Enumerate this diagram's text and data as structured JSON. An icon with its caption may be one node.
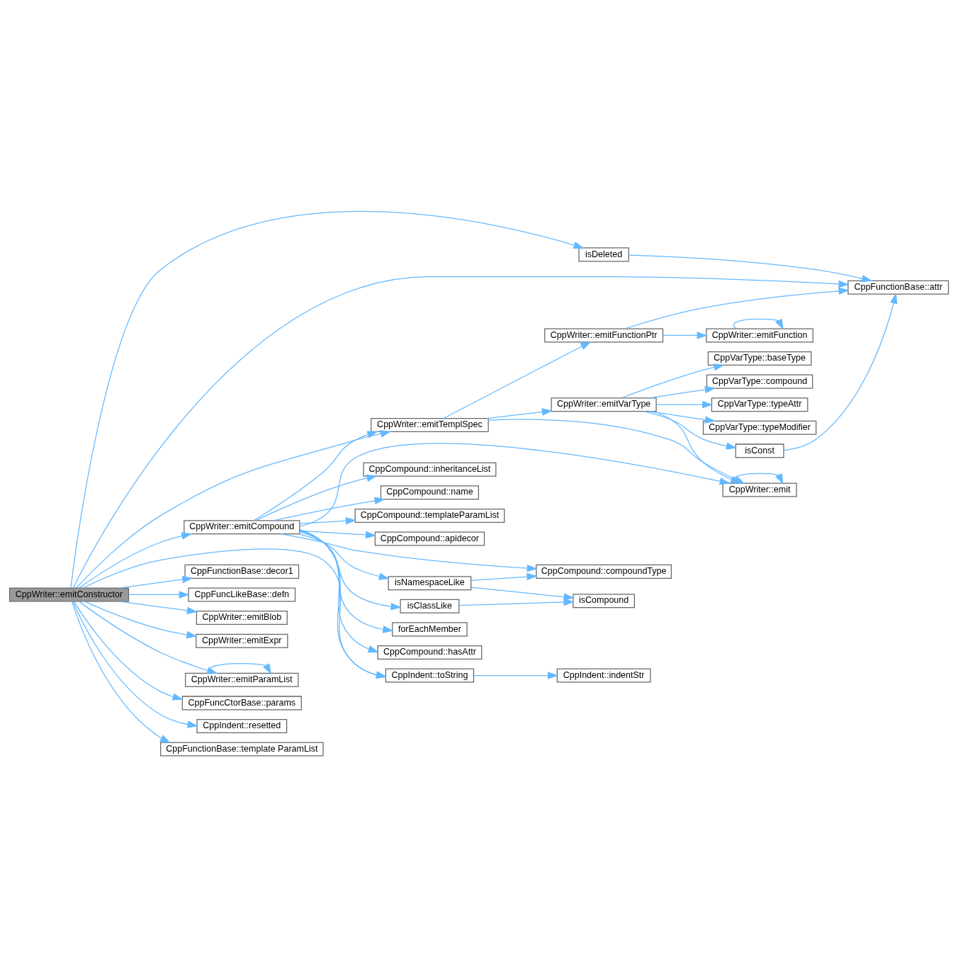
{
  "diagram": {
    "nodes": [
      {
        "text": [
          "CppWriter::emitConstructor"
        ]
      },
      {
        "text": [
          "isDeleted"
        ]
      },
      {
        "text": [
          "CppFunctionBase::attr"
        ]
      },
      {
        "text": [
          "CppWriter::emitTemplSpec"
        ]
      },
      {
        "text": [
          "CppWriter::emitFunctionPtr"
        ]
      },
      {
        "text": [
          "CppWriter::emitFunction"
        ]
      },
      {
        "text": [
          "CppWriter::emitVarType"
        ]
      },
      {
        "text": [
          "CppVarType::baseType"
        ]
      },
      {
        "text": [
          "CppVarType::compound"
        ]
      },
      {
        "text": [
          "CppVarType::typeAttr"
        ]
      },
      {
        "text": [
          "CppVarType::typeModifier"
        ]
      },
      {
        "text": [
          "isConst"
        ]
      },
      {
        "text": [
          "CppWriter::emit"
        ]
      },
      {
        "text": [
          "CppWriter::emitCompound"
        ]
      },
      {
        "text": [
          "CppCompound::inheritanceList"
        ]
      },
      {
        "text": [
          "CppCompound::name"
        ]
      },
      {
        "text": [
          "CppCompound::templateParamList"
        ]
      },
      {
        "text": [
          "CppCompound::apidecor"
        ]
      },
      {
        "text": [
          "CppCompound::compoundType"
        ]
      },
      {
        "text": [
          "isNamespaceLike"
        ]
      },
      {
        "text": [
          "isCompound"
        ]
      },
      {
        "text": [
          "isClassLike"
        ]
      },
      {
        "text": [
          "forEachMember"
        ]
      },
      {
        "text": [
          "CppCompound::hasAttr"
        ]
      },
      {
        "text": [
          "CppIndent::toString"
        ]
      },
      {
        "text": [
          "CppIndent::indentStr"
        ]
      },
      {
        "text": [
          "CppFunctionBase::decor1"
        ]
      },
      {
        "text": [
          "CppFuncLikeBase::defn"
        ]
      },
      {
        "text": [
          "CppWriter::emitBlob"
        ]
      },
      {
        "text": [
          "CppWriter::emitExpr"
        ]
      },
      {
        "text": [
          "CppWriter::emitParamList"
        ]
      },
      {
        "text": [
          "CppFuncCtorBase::params"
        ]
      },
      {
        "text": [
          "CppIndent::resetted"
        ]
      },
      {
        "text": [
          "CppFunctionBase::template ParamList"
        ]
      }
    ],
    "edges": [
      {
        "from": 0,
        "to": 1,
        "arrow": "to"
      },
      {
        "from": 0,
        "to": 2,
        "arrow": "to"
      },
      {
        "from": 0,
        "to": 3,
        "arrow": "to"
      },
      {
        "from": 0,
        "to": 13,
        "arrow": "to"
      },
      {
        "from": 0,
        "to": 24,
        "arrow": "to"
      },
      {
        "from": 0,
        "to": 26,
        "arrow": "to"
      },
      {
        "from": 0,
        "to": 27,
        "arrow": "to"
      },
      {
        "from": 0,
        "to": 28,
        "arrow": "to"
      },
      {
        "from": 0,
        "to": 29,
        "arrow": "to"
      },
      {
        "from": 0,
        "to": 30,
        "arrow": "to"
      },
      {
        "from": 0,
        "to": 31,
        "arrow": "to"
      },
      {
        "from": 0,
        "to": 32,
        "arrow": "to"
      },
      {
        "from": 0,
        "to": 33,
        "arrow": "to"
      },
      {
        "from": 1,
        "to": 2,
        "arrow": "to"
      },
      {
        "from": 3,
        "to": 4,
        "arrow": "to"
      },
      {
        "from": 3,
        "to": 6,
        "arrow": "to"
      },
      {
        "from": 3,
        "to": 12,
        "arrow": "to"
      },
      {
        "from": 4,
        "to": 2,
        "arrow": "to"
      },
      {
        "from": 4,
        "to": 5,
        "arrow": "to"
      },
      {
        "from": 5,
        "to": 5,
        "arrow": "to"
      },
      {
        "from": 6,
        "to": 7,
        "arrow": "to"
      },
      {
        "from": 6,
        "to": 8,
        "arrow": "to"
      },
      {
        "from": 6,
        "to": 9,
        "arrow": "to"
      },
      {
        "from": 6,
        "to": 10,
        "arrow": "to"
      },
      {
        "from": 6,
        "to": 11,
        "arrow": "to"
      },
      {
        "from": 6,
        "to": 12,
        "arrow": "to"
      },
      {
        "from": 11,
        "to": 2,
        "arrow": "to"
      },
      {
        "from": 12,
        "to": 12,
        "arrow": "to"
      },
      {
        "from": 13,
        "to": 3,
        "arrow": "to"
      },
      {
        "from": 13,
        "to": 12,
        "arrow": "to"
      },
      {
        "from": 13,
        "to": 14,
        "arrow": "to"
      },
      {
        "from": 13,
        "to": 15,
        "arrow": "to"
      },
      {
        "from": 13,
        "to": 16,
        "arrow": "to"
      },
      {
        "from": 13,
        "to": 17,
        "arrow": "to"
      },
      {
        "from": 13,
        "to": 18,
        "arrow": "to"
      },
      {
        "from": 13,
        "to": 19,
        "arrow": "to"
      },
      {
        "from": 13,
        "to": 21,
        "arrow": "to"
      },
      {
        "from": 13,
        "to": 22,
        "arrow": "to"
      },
      {
        "from": 13,
        "to": 23,
        "arrow": "to"
      },
      {
        "from": 13,
        "to": 24,
        "arrow": "to"
      },
      {
        "from": 19,
        "to": 18,
        "arrow": "to"
      },
      {
        "from": 19,
        "to": 20,
        "arrow": "to"
      },
      {
        "from": 21,
        "to": 20,
        "arrow": "to"
      },
      {
        "from": 24,
        "to": 25,
        "arrow": "to"
      },
      {
        "from": 30,
        "to": 30,
        "arrow": "to"
      }
    ]
  }
}
